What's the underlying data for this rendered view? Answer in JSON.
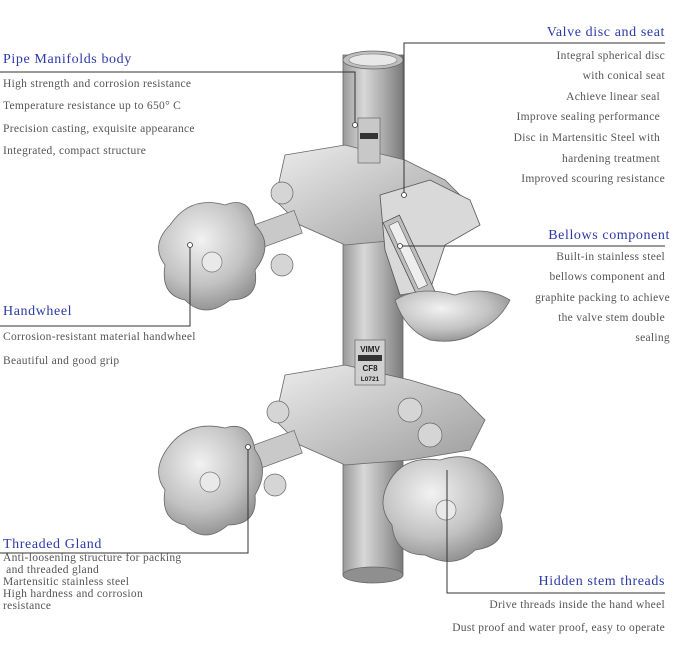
{
  "callouts": {
    "pipe_body": {
      "title": "Pipe Manifolds  body",
      "lines": [
        "High strength and corrosion resistance",
        "Temperature resistance up to 650° C",
        "Precision casting,  exquisite appearance",
        "Integrated, compact structure"
      ]
    },
    "valve_disc": {
      "title": "Valve disc and seat",
      "lines": [
        "Integral spherical disc",
        "with conical seat",
        "Achieve linear seal",
        "Improve sealing performance",
        "Disc in Martensitic Steel with",
        "hardening treatment",
        "Improved scouring resistance"
      ]
    },
    "bellows": {
      "title": "Bellows component",
      "lines": [
        "Built-in stainless steel",
        "bellows component and",
        "graphite packing to achieve",
        "the valve stem double",
        "sealing"
      ]
    },
    "handwheel": {
      "title": "Handwheel",
      "lines": [
        "Corrosion-resistant material handwheel",
        "Beautiful and good grip"
      ]
    },
    "threaded_gland": {
      "title": "Threaded Gland",
      "lines": [
        "Anti-loosening structure for packing",
        " and threaded gland",
        "Martensitic stainless steel",
        "High hardness and corrosion",
        "resistance"
      ]
    },
    "hidden_stem": {
      "title": "Hidden stem threads",
      "lines": [
        "Drive threads inside the hand wheel",
        "Dust proof and water proof, easy to operate"
      ]
    }
  },
  "plate": {
    "brand": "VIMV",
    "material": "CF8",
    "lot": "L0721"
  },
  "colors": {
    "title": "#2b3aa8",
    "text": "#555555",
    "leader": "#333333",
    "metal_dark": "#8a8a8a",
    "metal_light": "#e6e6e6"
  }
}
